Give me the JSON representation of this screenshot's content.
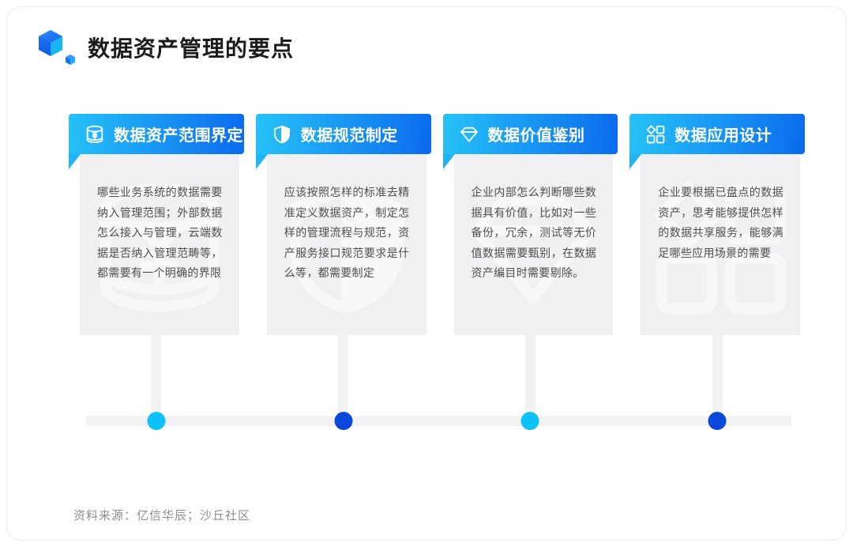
{
  "header": {
    "title": "数据资产管理的要点",
    "logo_icon": "cube-logo"
  },
  "footer": {
    "source": "资料来源：亿信华辰；沙丘社区"
  },
  "colors": {
    "header_gradient_start": "#26C2F8",
    "header_gradient_end": "#0B6BEE",
    "header_tail": "#1FB5F4",
    "dot_cyan": "#0CC2F7",
    "dot_blue": "#0848DA",
    "card_body_bg": "#F0F0F2",
    "timeline_gray": "#F2F2F4",
    "title_text": "#1b1b1b",
    "body_text": "#4e4e4e"
  },
  "cards": [
    {
      "icon": "database-yen-icon",
      "title": "数据资产范围界定",
      "body": "哪些业务系统的数据需要纳入管理范围；外部数据怎么接入与管理，云端数据是否纳入管理范畴等，都需要有一个明确的界限",
      "dot_color": "#0CC2F7"
    },
    {
      "icon": "shield-icon",
      "title": "数据规范制定",
      "body": "应该按照怎样的标准去精准定义数据资产，制定怎样的管理流程与规范，资产服务接口规范要求是什么等，都需要制定",
      "dot_color": "#0848DA"
    },
    {
      "icon": "gem-icon",
      "title": "数据价值鉴别",
      "body": "企业内部怎么判断哪些数据具有价值，比如对一些备份，冗余，测试等无价值数据需要甄别，在数据资产编目时需要剔除。",
      "dot_color": "#0CC2F7"
    },
    {
      "icon": "apps-grid-icon",
      "title": "数据应用设计",
      "body": "企业要根据已盘点的数据资产，思考能够提供怎样的数据共享服务，能够满足哪些应用场景的需要",
      "dot_color": "#0848DA"
    }
  ]
}
